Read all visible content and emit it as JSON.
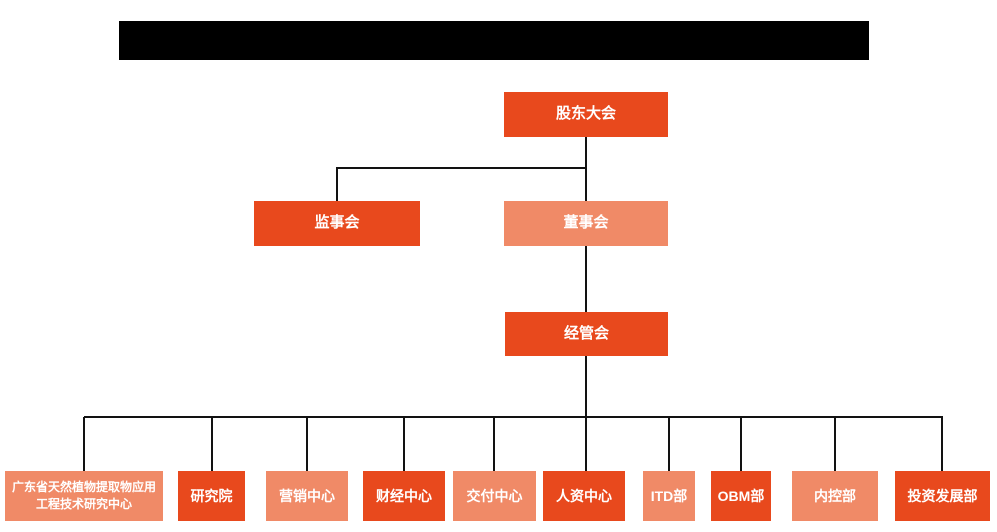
{
  "colors": {
    "primary_orange": "#E8491D",
    "secondary_salmon": "#F08A67",
    "connector_black": "#121212",
    "title_bar_black": "#000000",
    "node_text_white": "#FFFFFF",
    "background": "#FFFFFF"
  },
  "org_chart": {
    "root": {
      "label": "股东大会",
      "variant": "primary"
    },
    "level2": [
      {
        "id": "supervisory-board",
        "label": "监事会",
        "variant": "primary"
      },
      {
        "id": "board-of-directors",
        "label": "董事会",
        "variant": "secondary"
      }
    ],
    "level3": {
      "label": "经管会",
      "variant": "primary"
    },
    "departments": [
      {
        "id": "research-center",
        "label": "广东省天然植物提取物应用工程技术研究中心",
        "variant": "secondary"
      },
      {
        "id": "research-institute",
        "label": "研究院",
        "variant": "primary"
      },
      {
        "id": "marketing-center",
        "label": "营销中心",
        "variant": "secondary"
      },
      {
        "id": "finance-center",
        "label": "财经中心",
        "variant": "primary"
      },
      {
        "id": "delivery-center",
        "label": "交付中心",
        "variant": "secondary"
      },
      {
        "id": "hr-center",
        "label": "人资中心",
        "variant": "primary"
      },
      {
        "id": "itd-dept",
        "label": "ITD部",
        "variant": "secondary"
      },
      {
        "id": "obm-dept",
        "label": "OBM部",
        "variant": "primary"
      },
      {
        "id": "internal-control-dept",
        "label": "内控部",
        "variant": "secondary"
      },
      {
        "id": "investment-development-dept",
        "label": "投资发展部",
        "variant": "primary"
      }
    ]
  }
}
